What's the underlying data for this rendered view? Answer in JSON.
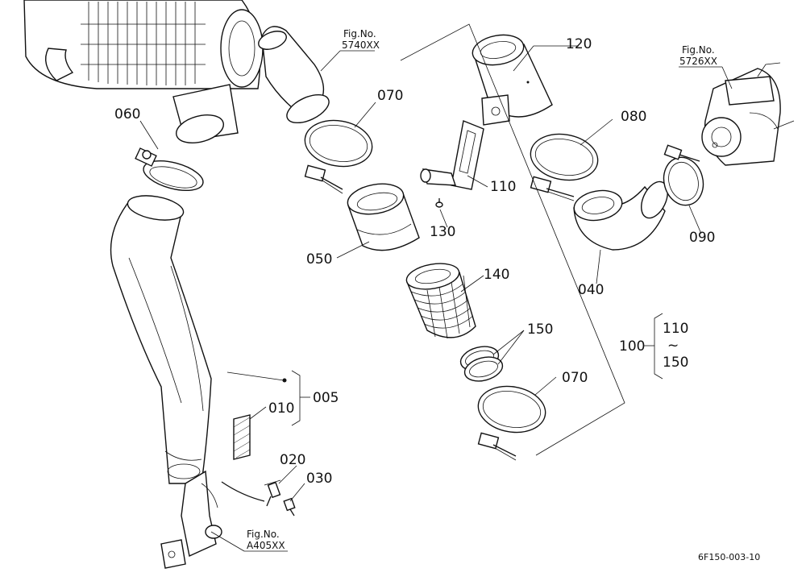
{
  "parts": {
    "p005": "005",
    "p010": "010",
    "p020": "020",
    "p030": "030",
    "p040": "040",
    "p050": "050",
    "p060": "060",
    "p070a": "070",
    "p070b": "070",
    "p080": "080",
    "p090": "090",
    "p100": "100",
    "p110": "110",
    "p120": "120",
    "p130": "130",
    "p140": "140",
    "p150": "150"
  },
  "kit": {
    "from": "110",
    "tilde": "~",
    "to": "150"
  },
  "figure_refs": {
    "top_center": {
      "label": "Fig.No.",
      "code": "5740XX"
    },
    "top_right": {
      "label": "Fig.No.",
      "code": "5726XX"
    },
    "bottom": {
      "label": "Fig.No.",
      "code": "A405XX"
    }
  },
  "drawing_code": "6F150-003-10"
}
